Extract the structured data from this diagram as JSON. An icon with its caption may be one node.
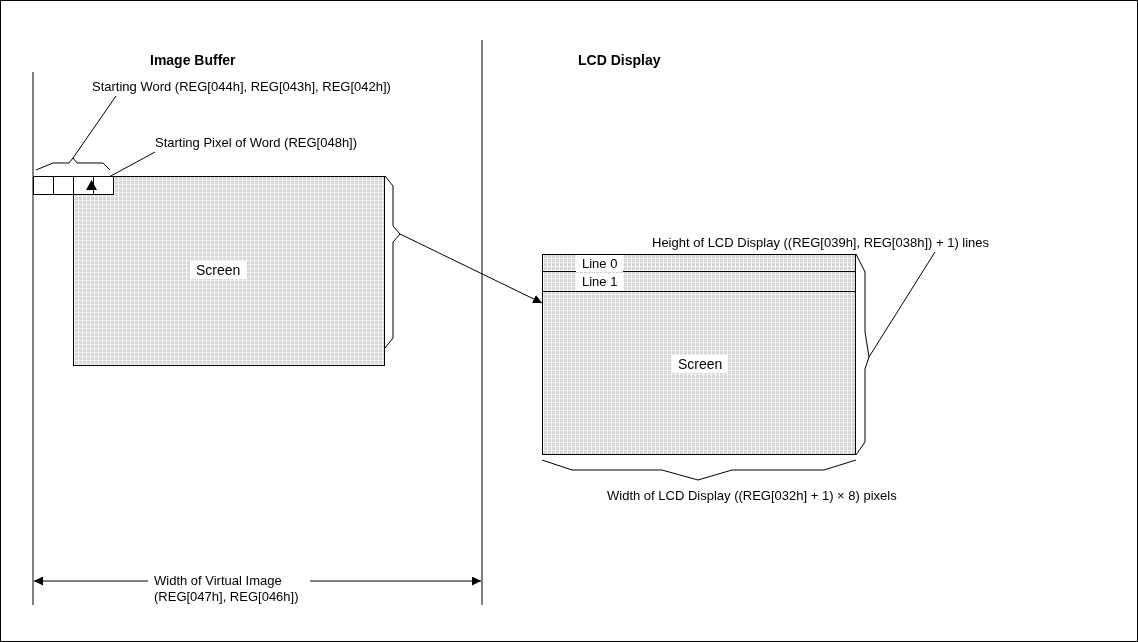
{
  "diagram": {
    "nodes": [
      {
        "text": [
          "Screen"
        ]
      },
      {
        "text": [
          "Starting Word (REG[044h], REG[043h], REG[042h])"
        ]
      },
      {
        "text": [],
        "shape": "box"
      },
      {
        "text": [
          "Starting Pixel of Word (REG[048h])"
        ]
      },
      {
        "text": [],
        "shape": "triangle"
      },
      {
        "text": [
          "Height of LCD Display ((REG[039h], REG[038h]) + 1) lines"
        ]
      },
      {
        "text": [],
        "shape": "box"
      },
      {
        "text": [
          "Line 0"
        ],
        "in": 6
      },
      {
        "text": [
          "Line 1"
        ],
        "in": 6
      },
      {
        "text": [
          "Screen"
        ],
        "in": 6
      }
    ],
    "edges": [
      {
        "from": 1,
        "to": 2,
        "arrow": "none"
      },
      {
        "from": 3,
        "to": 4,
        "arrow": "none"
      },
      {
        "from": 0,
        "to": 6,
        "arrow": "to"
      },
      {
        "from": 5,
        "to": 6,
        "arrow": "none"
      }
    ],
    "labels": [
      "Image Buffer",
      "LCD Display",
      "Width of LCD Display ((REG[032h] + 1) × 8) pixels",
      "Width of Virtual Image (REG[047h], REG[046h])"
    ]
  }
}
